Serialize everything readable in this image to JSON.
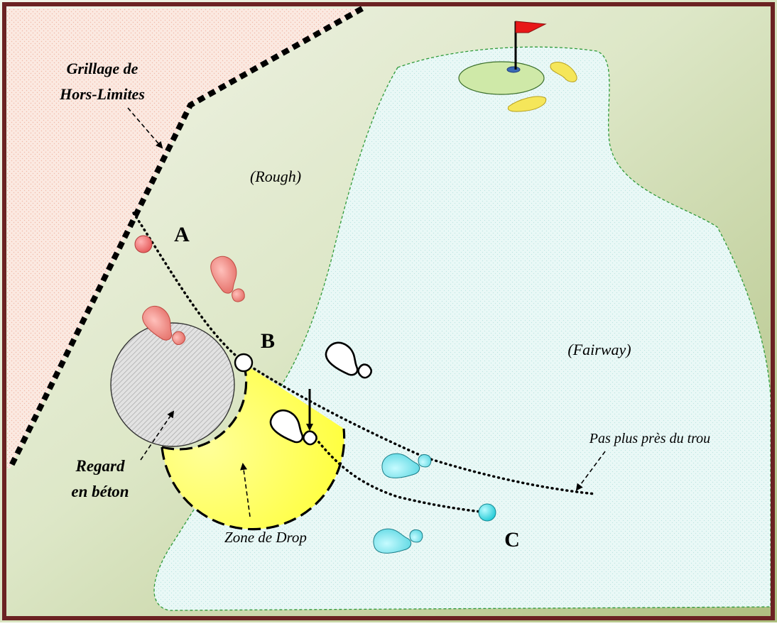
{
  "labels": {
    "oob_fence_line1": "Grillage de",
    "oob_fence_line2": "Hors-Limites",
    "rough": "(Rough)",
    "fairway": "(Fairway)",
    "point_a": "A",
    "point_b": "B",
    "point_c": "C",
    "manhole_line1": "Regard",
    "manhole_line2": "en béton",
    "drop_zone": "Zone de Drop",
    "not_nearer": "Pas plus près du trou"
  },
  "colors": {
    "frame": "#6b2222",
    "out_of_bounds": "#fbe9e1",
    "rough_light": "#eef1e3",
    "rough_dark": "#b7cc8e",
    "fairway": "#e6f6f4",
    "fairway_edge": "#2e9a3a",
    "green": "#cfe9a8",
    "bunker": "#f5e65a",
    "flag": "#e81818",
    "ball_a": "#ef6464",
    "ball_b": "#ffffff",
    "ball_c": "#2ed3dd",
    "drop_zone": "#ffff55",
    "manhole": "#d9d9d9"
  },
  "icons": [
    "flag-icon",
    "footprint-icon"
  ]
}
